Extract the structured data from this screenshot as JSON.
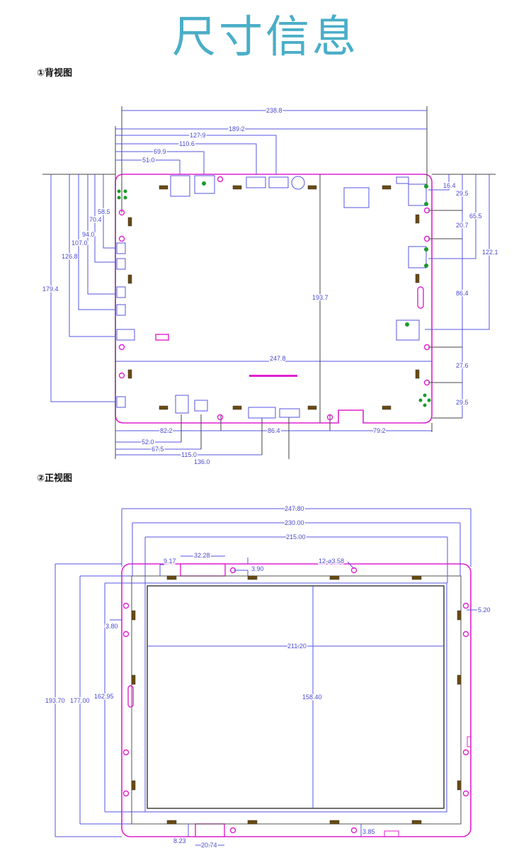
{
  "title": "尺寸信息",
  "back_view": {
    "heading": "①背视图",
    "top_dims": [
      "238.8",
      "189.2",
      "127.9",
      "110.6",
      "69.9",
      "51.0"
    ],
    "left_dims": [
      "179.4",
      "126.8",
      "107.0",
      "94.0",
      "70.4",
      "58.5"
    ],
    "right_dims": [
      "16.4",
      "29.5",
      "20.7",
      "86.4",
      "27.6",
      "29.5",
      "65.5",
      "122.1"
    ],
    "bottom_dims": [
      "82.2",
      "86.4",
      "79.2",
      "52.0",
      "67.5",
      "115.0",
      "136.0"
    ],
    "inner_width": "247.8",
    "inner_height": "193.7"
  },
  "front_view": {
    "heading": "②正视图",
    "top_dims": [
      "247.80",
      "230.00",
      "215.00"
    ],
    "left_dims": [
      "193.70",
      "177.00",
      "162.95"
    ],
    "screen_width": "211.20",
    "screen_height": "158.40",
    "detail_dims": [
      "9.17",
      "32.28",
      "3.90",
      "12-⌀3.58",
      "3.80",
      "5.20",
      "8.23",
      "20.74",
      "3.85"
    ]
  },
  "colors": {
    "title": "#4aaec8",
    "dimension": "#5555e0",
    "outline": "#e020d0"
  }
}
